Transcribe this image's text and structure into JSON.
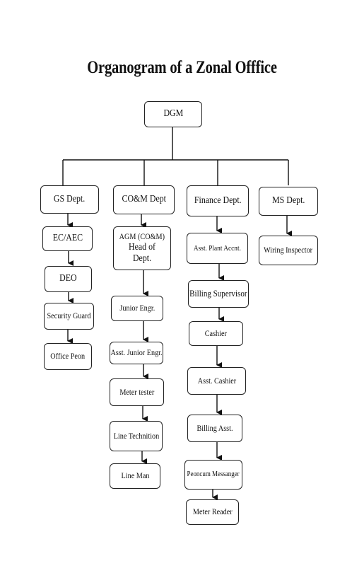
{
  "title": "Organogram of a  Zonal Offfice",
  "root": {
    "label": "DGM"
  },
  "departments": [
    {
      "label": "GS Dept.",
      "children": [
        "EC/AEC",
        "DEO",
        "Security Guard",
        "Office Peon"
      ]
    },
    {
      "label": "CO&M Dept",
      "children": [
        "AGM (CO&M)",
        "Junior Engr.",
        "Asst. Junior Engr.",
        "Meter tester",
        "Line Technition",
        "Line Man"
      ],
      "head_line2": "Head of Dept."
    },
    {
      "label": "Finance Dept.",
      "children": [
        "Asst. Plant Accnt.",
        "Billing Supervisor",
        "Cashier",
        "Asst. Cashier",
        "Billing Asst.",
        "Peoncum Messanger",
        "Meter Reader"
      ]
    },
    {
      "label": "MS Dept.",
      "children": [
        "Wiring Inspector"
      ]
    }
  ]
}
